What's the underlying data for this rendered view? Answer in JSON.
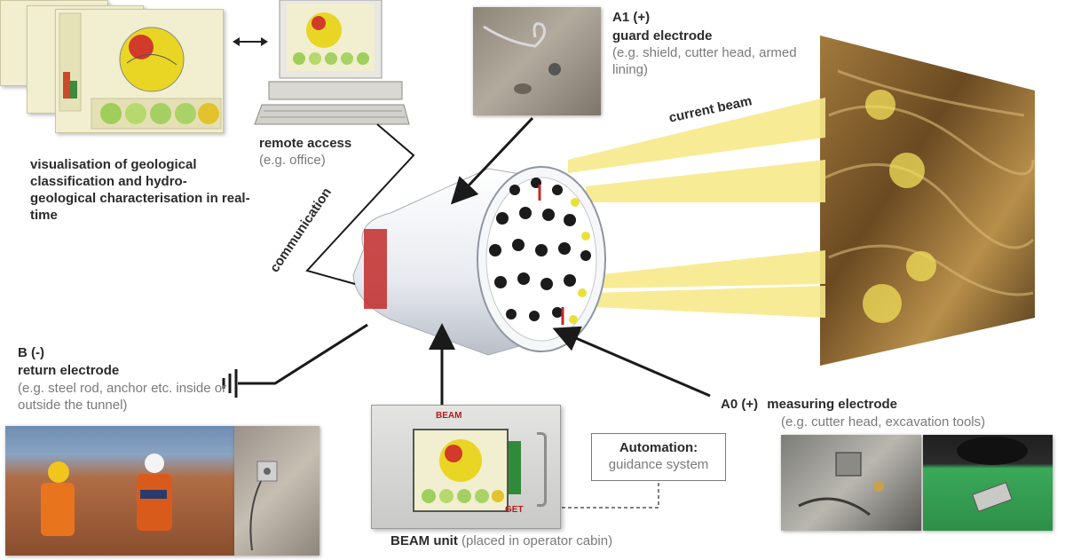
{
  "screens_label": "visualisation of geological classification and hydro-geological characterisation in real-time",
  "remote_access": {
    "title": "remote access",
    "note": "(e.g. office)"
  },
  "communication_label": "communication",
  "guard_electrode": {
    "title": "A1 (+)",
    "name": "guard electrode",
    "note": "(e.g. shield, cutter head, armed lining)"
  },
  "current_beam_label": "current beam",
  "return_electrode": {
    "title": "B (-)",
    "name": "return electrode",
    "note": "(e.g. steel rod, anchor etc. inside or outside the tunnel)"
  },
  "measuring_electrode": {
    "title": "A0 (+)",
    "name": "measuring electrode",
    "note": "(e.g. cutter head, excavation tools)"
  },
  "automation": {
    "title": "Automation:",
    "subtitle": "guidance system"
  },
  "beam_unit": {
    "title": "BEAM unit",
    "note": "(placed in operator cabin)",
    "device_label": "BEAM",
    "device_logo": "GET"
  },
  "colors": {
    "beam": "#f6e98a",
    "rock": "#6b4a22",
    "screen_bg": "#f1efcf",
    "pointer": "#1a1a1a"
  }
}
